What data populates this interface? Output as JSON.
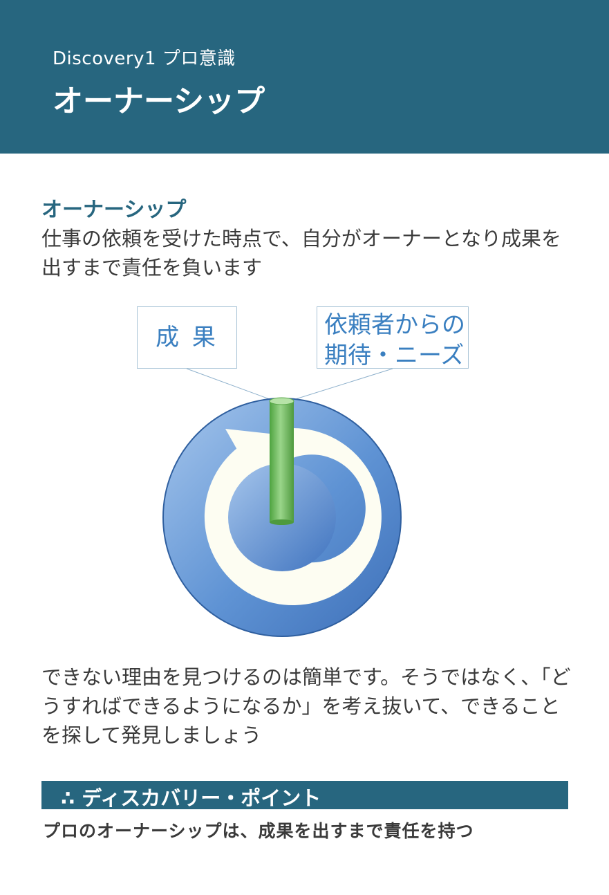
{
  "header": {
    "subtitle": "Discovery1 プロ意識",
    "title": "オーナーシップ"
  },
  "section": {
    "heading": "オーナーシップ",
    "lead": "仕事の依頼を受けた時点で、自分がオーナーとなり成果を出すまで責任を負います"
  },
  "diagram": {
    "callout_result": "成 果",
    "callout_needs_line1": "依頼者からの",
    "callout_needs_line2": "期待・ニーズ",
    "colors": {
      "ring": "#5f93d4",
      "arrow": "#fdfdf2",
      "pole": "#6cbf5a"
    }
  },
  "body": {
    "text": "できない理由を見つけるのは簡単です。そうではなく、「どうすればできるようになるか」を考え抜いて、できることを探して発見しましょう"
  },
  "point": {
    "label": "∴ ディスカバリー・ポイント",
    "text": "プロのオーナーシップは、成果を出すまで責任を持つ"
  },
  "colors": {
    "brand": "#27667f",
    "accent_text": "#3a7fc0"
  }
}
